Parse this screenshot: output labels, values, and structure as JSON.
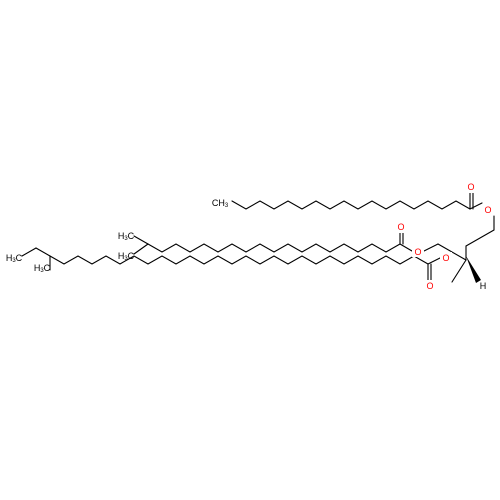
{
  "molecule": {
    "atoms": {
      "oxygen": "O",
      "hydrogen": "H",
      "methyl": "CH",
      "subscript_3": "3",
      "h3c_prefix": "H",
      "h3c_suffix": "C"
    },
    "colors": {
      "bond": "#000000",
      "oxygen": "#ff0000",
      "carbon": "#000000"
    }
  }
}
